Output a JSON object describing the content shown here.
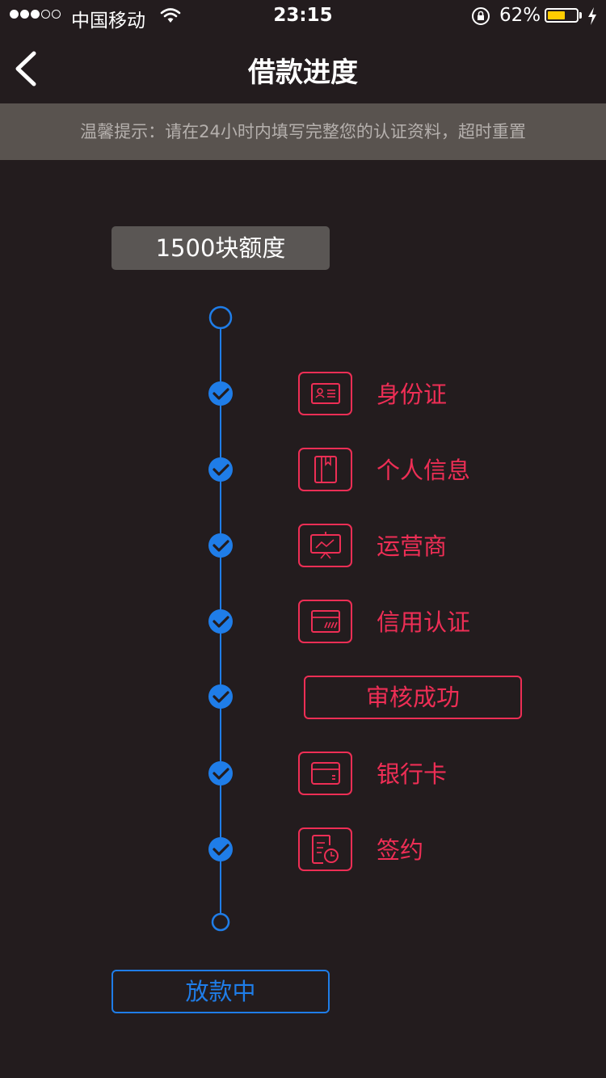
{
  "status_bar": {
    "carrier": "中国移动",
    "time": "23:15",
    "battery_percent": "62%",
    "battery_level": 0.62
  },
  "nav": {
    "title": "借款进度",
    "back_icon": "chevron-left-icon"
  },
  "tip": "温馨提示：请在24小时内填写完整您的认证资料，超时重置",
  "quota_label": "1500块额度",
  "steps": [
    {
      "label": "身份证",
      "icon": "id-card-icon",
      "done": true
    },
    {
      "label": "个人信息",
      "icon": "notebook-icon",
      "done": true
    },
    {
      "label": "运营商",
      "icon": "presentation-icon",
      "done": true
    },
    {
      "label": "信用认证",
      "icon": "credit-card-icon",
      "done": true
    },
    {
      "label": "审核成功",
      "done": true
    },
    {
      "label": "银行卡",
      "icon": "bank-card-icon",
      "done": true
    },
    {
      "label": "签约",
      "icon": "contract-icon",
      "done": true
    }
  ],
  "final_status": "放款中",
  "colors": {
    "background": "#231c1e",
    "accent_red": "#ee2e55",
    "accent_blue": "#1f7de8",
    "banner": "#59534f"
  }
}
